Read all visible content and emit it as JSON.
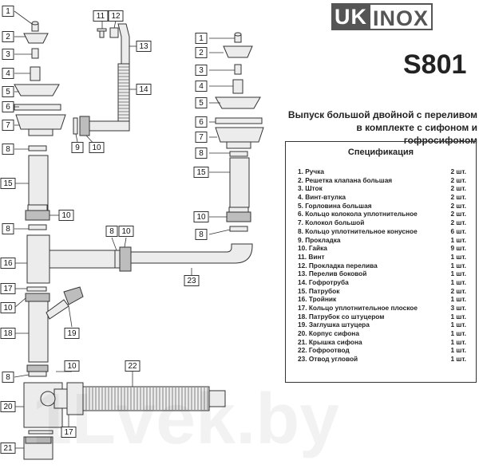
{
  "brand": {
    "uk": "UK",
    "inox": "INOX"
  },
  "model": "S801",
  "description": [
    "Выпуск большой двойной с переливом",
    "в комплекте с сифоном и гофросифоном"
  ],
  "spec": {
    "title": "Спецификация",
    "items": [
      {
        "name": "1. Ручка",
        "qty": "2 шт."
      },
      {
        "name": "2. Решетка клапана большая",
        "qty": "2 шт."
      },
      {
        "name": "3. Шток",
        "qty": "2 шт."
      },
      {
        "name": "4. Винт-втулка",
        "qty": "2 шт."
      },
      {
        "name": "5. Горловина большая",
        "qty": "2 шт."
      },
      {
        "name": "6. Кольцо колокола уплотнительное",
        "qty": "2 шт."
      },
      {
        "name": "7. Колокол большой",
        "qty": "2 шт."
      },
      {
        "name": "8. Кольцо уплотнительное конусное",
        "qty": "6 шт."
      },
      {
        "name": "9. Прокладка",
        "qty": "1 шт."
      },
      {
        "name": "10. Гайка",
        "qty": "9 шт."
      },
      {
        "name": "11. Винт",
        "qty": "1 шт."
      },
      {
        "name": "12. Прокладка перелива",
        "qty": "1 шт."
      },
      {
        "name": "13. Перелив боковой",
        "qty": "1 шт."
      },
      {
        "name": "14. Гофротруба",
        "qty": "1 шт."
      },
      {
        "name": "15. Патрубок",
        "qty": "2 шт."
      },
      {
        "name": "16. Тройник",
        "qty": "1 шт."
      },
      {
        "name": "17. Кольцо уплотнительное плоское",
        "qty": "3 шт."
      },
      {
        "name": "18. Патрубок со штуцером",
        "qty": "1 шт."
      },
      {
        "name": "19. Заглушка штуцера",
        "qty": "1 шт."
      },
      {
        "name": "20. Корпус сифона",
        "qty": "1 шт."
      },
      {
        "name": "21. Крышка сифона",
        "qty": "1 шт."
      },
      {
        "name": "22. Гофроотвод",
        "qty": "1 шт."
      },
      {
        "name": "23. Отвод угловой",
        "qty": "1 шт."
      }
    ]
  },
  "callouts": [
    "1",
    "2",
    "3",
    "4",
    "5",
    "6",
    "7",
    "8",
    "15",
    "10",
    "8",
    "16",
    "17",
    "10",
    "18",
    "8",
    "20",
    "21",
    "11",
    "12",
    "13",
    "14",
    "9",
    "10",
    "8",
    "10",
    "23",
    "19",
    "10",
    "22",
    "17",
    "1",
    "2",
    "3",
    "4",
    "5",
    "6",
    "7",
    "8",
    "15",
    "10",
    "8"
  ],
  "watermark": "1Lvek.by"
}
